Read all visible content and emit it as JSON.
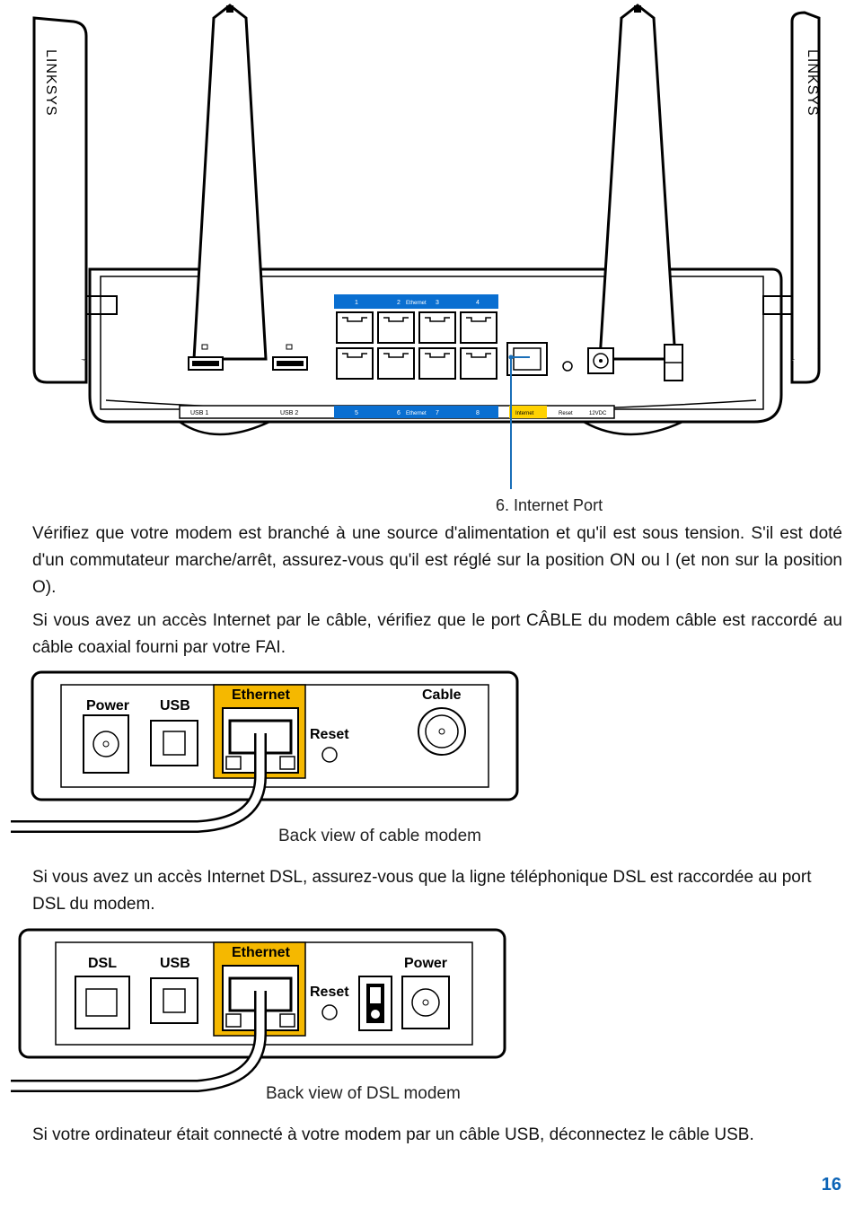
{
  "router": {
    "brand": "LINKSYS",
    "usb_labels": [
      "USB 1",
      "USB 2"
    ],
    "ethernet_top": {
      "nums": [
        "1",
        "2",
        "3",
        "4"
      ],
      "label": "Ethernet"
    },
    "ethernet_bottom": {
      "nums": [
        "5",
        "6",
        "7",
        "8"
      ],
      "label": "Ethernet"
    },
    "internet_label": "Internet",
    "reset_label": "Reset",
    "power_label": "12VDC",
    "callout": "6. Internet Port"
  },
  "paragraphs": {
    "p1": "Vérifiez que votre modem est branché à une source d'alimentation et qu'il est sous tension. S'il est doté d'un commutateur marche/arrêt, assurez-vous qu'il est réglé sur la position ON ou l (et non sur la position O).",
    "p2": "Si vous avez un accès Internet par le câble, vérifiez que le port CÂBLE du modem câble est raccordé au câble coaxial fourni par votre FAI.",
    "p3": "Si vous avez un accès Internet DSL, assurez-vous que la ligne téléphonique DSL est raccordée au port DSL du modem.",
    "p4": "Si votre ordinateur était connecté à votre modem par un câble USB, déconnectez le câble USB."
  },
  "cable_modem": {
    "power": "Power",
    "usb": "USB",
    "ethernet": "Ethernet",
    "reset": "Reset",
    "cable": "Cable",
    "caption": "Back view of cable modem"
  },
  "dsl_modem": {
    "dsl": "DSL",
    "usb": "USB",
    "ethernet": "Ethernet",
    "reset": "Reset",
    "power": "Power",
    "caption": "Back view of DSL modem"
  },
  "page_number": "16",
  "colors": {
    "ethernet_highlight": "#f5b800",
    "router_blue": "#0a6fd1",
    "internet_yellow": "#ffd200",
    "callout_line": "#1a6fb8",
    "page_number": "#0b63b6"
  }
}
